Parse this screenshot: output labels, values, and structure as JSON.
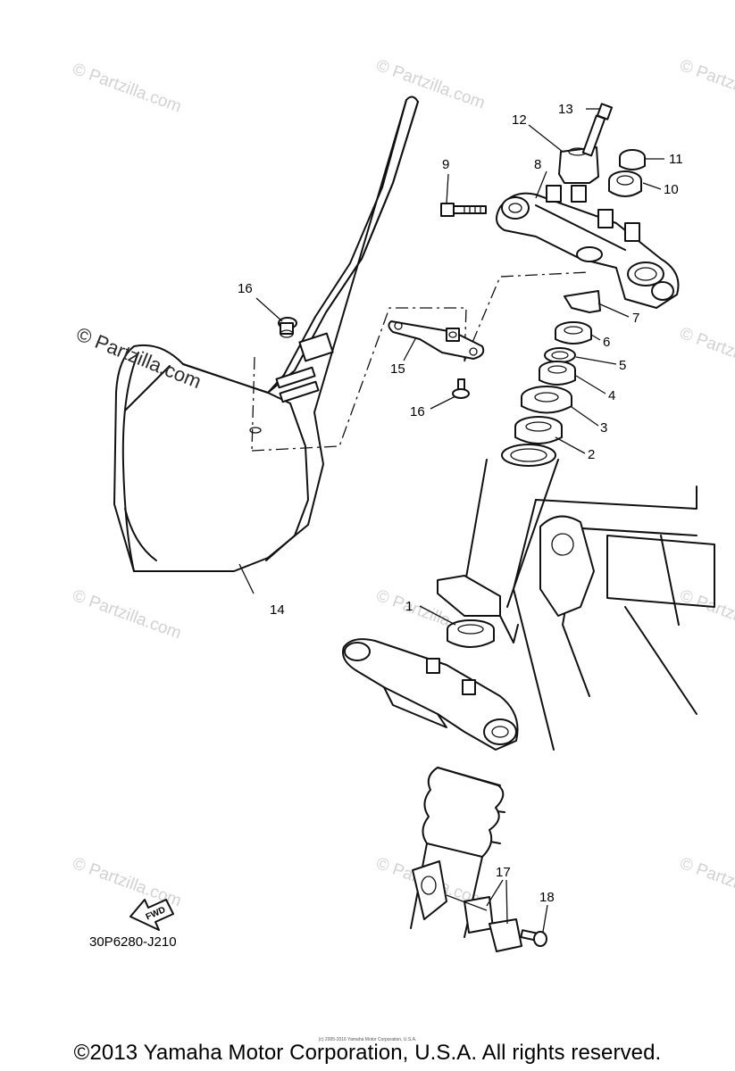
{
  "watermarks": {
    "main": "© Partzilla.com",
    "faint": "© Partzilla.com"
  },
  "callouts": [
    "1",
    "2",
    "3",
    "4",
    "5",
    "6",
    "7",
    "8",
    "9",
    "10",
    "11",
    "12",
    "13",
    "14",
    "15",
    "16",
    "16",
    "17",
    "18"
  ],
  "diagram_code": "30P6280-J210",
  "fwd_label": "FWD",
  "tiny_note": "(c) 2005-2016 Yamaha Motor Corporation, U.S.A.",
  "copyright": "©2013 Yamaha Motor Corporation, U.S.A. All rights reserved."
}
